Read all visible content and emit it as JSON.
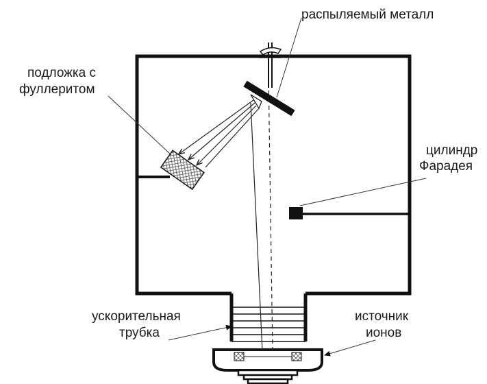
{
  "labels": {
    "sputtered_metal": "распыляемый металл",
    "substrate_line1": "подложка с",
    "substrate_line2": "фуллеритом",
    "faraday_line1": "цилиндр",
    "faraday_line2": "Фарадея",
    "tube_line1": "ускорительная",
    "tube_line2": "трубка",
    "source_line1": "источник",
    "source_line2": "ионов"
  },
  "colors": {
    "ink": "#111111",
    "hatch": "#555555",
    "background": "#ffffff"
  }
}
